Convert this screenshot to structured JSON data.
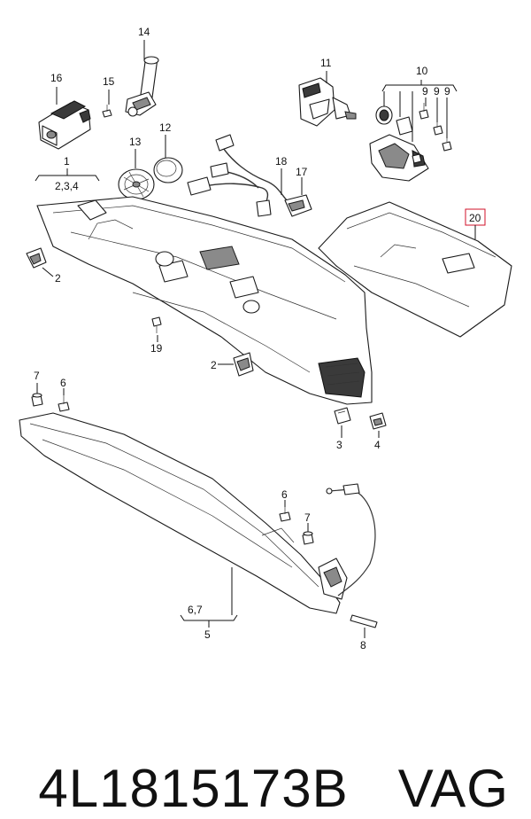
{
  "diagram": {
    "callouts": {
      "c1": "1",
      "c234": "2,3,4",
      "c2a": "2",
      "c2b": "2",
      "c3": "3",
      "c4": "4",
      "c5": "5",
      "c67": "6,7",
      "c6a": "6",
      "c6b": "6",
      "c7a": "7",
      "c7b": "7",
      "c8": "8",
      "c9a": "9",
      "c9b": "9",
      "c9c": "9",
      "c10": "10",
      "c11": "11",
      "c12": "12",
      "c13": "13",
      "c14": "14",
      "c15": "15",
      "c16": "16",
      "c17": "17",
      "c18": "18",
      "c19": "19",
      "c20": "20"
    },
    "highlight_color": "#d0102a"
  },
  "footer": {
    "part_number": "4L1815173B",
    "brand": "VAG"
  }
}
